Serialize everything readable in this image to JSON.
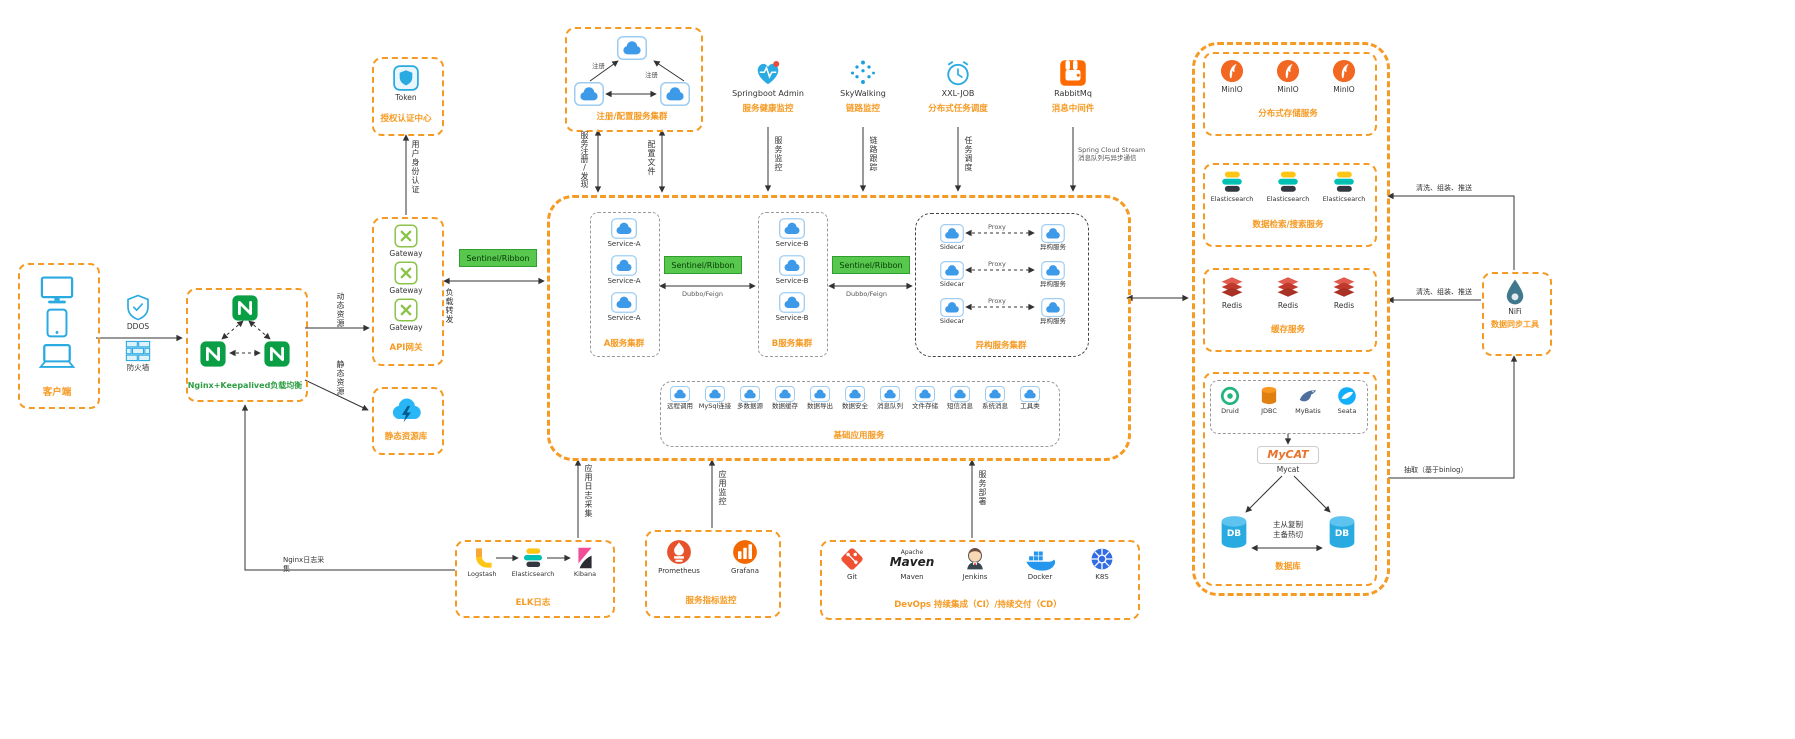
{
  "client": {
    "label": "客户端"
  },
  "edge": {
    "ddos": "DDOS",
    "firewall": "防火墙"
  },
  "nginx": {
    "label": "Nginx+Keepalived负载均衡"
  },
  "auth": {
    "token": "Token",
    "label": "授权认证中心"
  },
  "api_gateway": {
    "items": [
      "Gateway",
      "Gateway",
      "Gateway"
    ],
    "label": "API网关"
  },
  "static_repo": {
    "label": "静态资源库"
  },
  "registry": {
    "label": "注册/配置服务集群",
    "reg1": "注册",
    "reg2": "注册"
  },
  "tools": {
    "admin": {
      "name": "Springboot Admin",
      "label": "服务健康监控"
    },
    "skywalking": {
      "name": "SkyWalking",
      "label": "链路监控"
    },
    "xxljob": {
      "name": "XXL-JOB",
      "label": "分布式任务调度"
    },
    "rabbitmq": {
      "name": "RabbitMq",
      "label": "消息中间件"
    }
  },
  "labels": {
    "user_auth": "用户身份认证",
    "svc_register": "服务注册/发现",
    "config_file": "配置文件",
    "svc_monitor": "服务监控",
    "trace": "链路跟踪",
    "task": "任务调度",
    "stream1": "Spring Cloud Stream",
    "stream2": "消息队列与异步通信",
    "dynamic": "动态资源",
    "static": "静态资源",
    "lb": "负载转发",
    "sentinel": "Sentinel/Ribbon",
    "dubbo": "Dubbo/Feign",
    "proxy": "Proxy",
    "log_collect": "应用日志采集",
    "app_monitor": "应用监控",
    "deploy": "服务部署",
    "nginx_log": "Nginx日志采集",
    "clean_push": "清洗、组装、推送",
    "extract": "抽取（基于binlog）"
  },
  "cluster_a": {
    "services": [
      "Service-A",
      "Service-A",
      "Service-A"
    ],
    "label": "A服务集群"
  },
  "cluster_b": {
    "services": [
      "Service-B",
      "Service-B",
      "Service-B"
    ],
    "label": "B服务集群"
  },
  "hetero": {
    "sidecar": "Sidecar",
    "svc": "异构服务",
    "label": "异构服务集群"
  },
  "base": {
    "items": [
      "远程调用",
      "MySql连接",
      "多数据源",
      "数据缓存",
      "数据导出",
      "数据安全",
      "消息队列",
      "文件存储",
      "短信消息",
      "系统消息",
      "工具类"
    ],
    "label": "基础应用服务"
  },
  "storage": {
    "name": "MinIO",
    "label": "分布式存储服务"
  },
  "search": {
    "name": "Elasticsearch",
    "label": "数据检索/搜索服务"
  },
  "cache": {
    "name": "Redis",
    "label": "缓存服务"
  },
  "database": {
    "drivers": [
      "Druid",
      "JDBC",
      "MyBatis",
      "Seata"
    ],
    "mycat_logo": "MyCAT",
    "mycat": "Mycat",
    "db": "DB",
    "repl1": "主从复制",
    "repl2": "主备热切",
    "label": "数据库"
  },
  "nifi": {
    "name": "NiFi",
    "label": "数据同步工具"
  },
  "elk": {
    "items": [
      "Logstash",
      "Elasticsearch",
      "Kibana"
    ],
    "label": "ELK日志"
  },
  "metrics": {
    "items": [
      "Prometheus",
      "Grafana"
    ],
    "label": "服务指标监控"
  },
  "devops": {
    "items": [
      "Git",
      "Maven",
      "Jenkins",
      "Docker",
      "K8S"
    ],
    "maven1": "Apache",
    "maven2": "Maven",
    "label": "DevOps 持续集成（CI）/持续交付（CD）"
  }
}
